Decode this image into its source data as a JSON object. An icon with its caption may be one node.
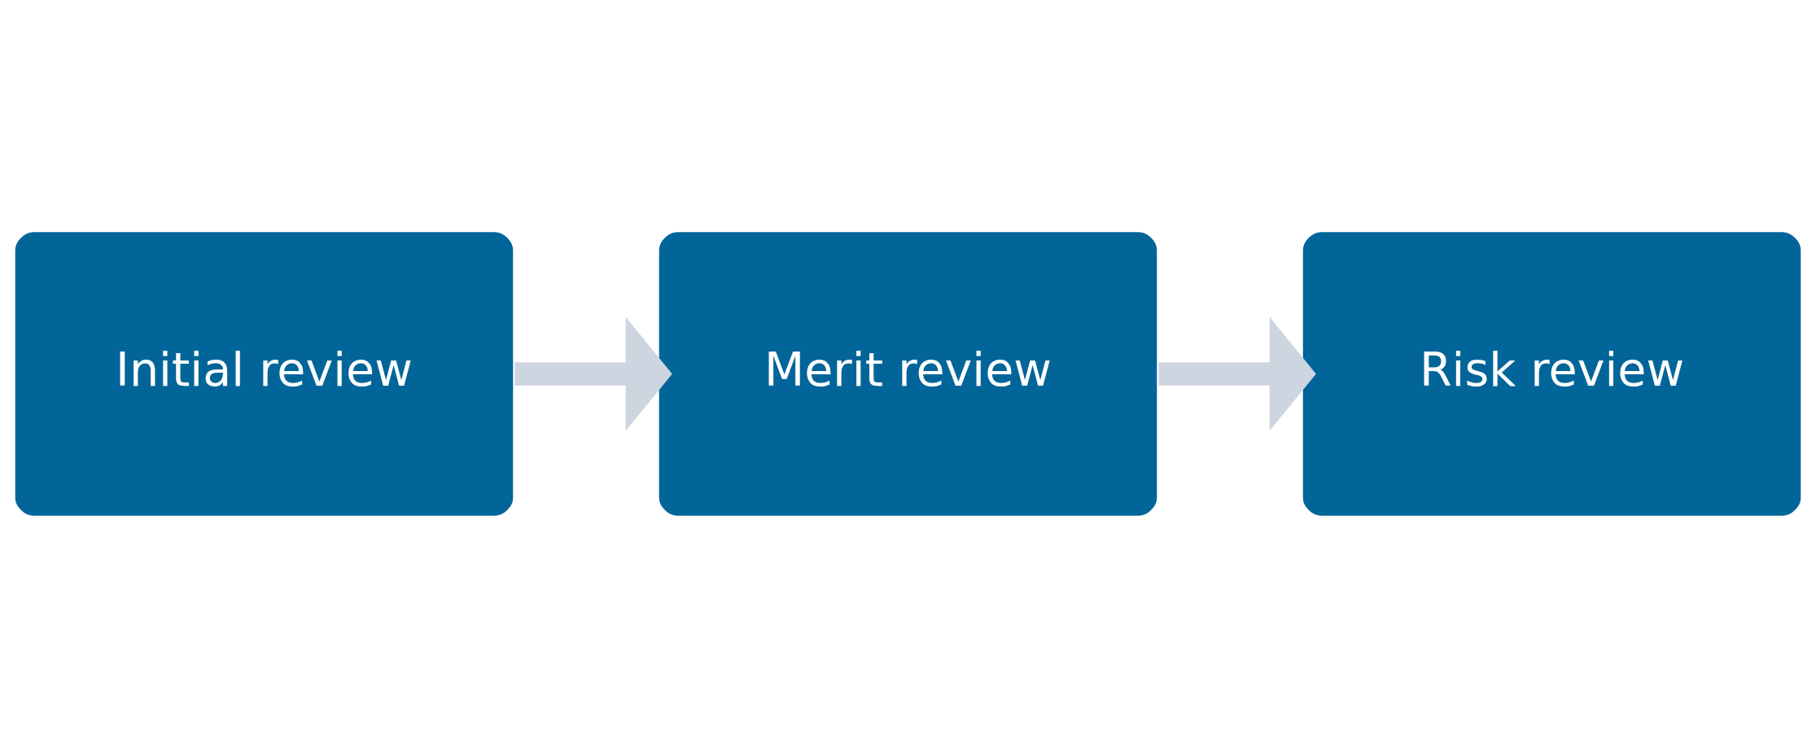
{
  "diagram": {
    "nodes": [
      {
        "text": [
          "Initial review"
        ]
      },
      {
        "text": [
          "Merit review"
        ]
      },
      {
        "text": [
          "Risk review"
        ]
      }
    ],
    "edges": [
      {
        "from": 0,
        "to": 1,
        "arrow": "to",
        "color": "#cdd5e0"
      },
      {
        "from": 1,
        "to": 2,
        "arrow": "to",
        "color": "#cdd5e0"
      }
    ]
  }
}
